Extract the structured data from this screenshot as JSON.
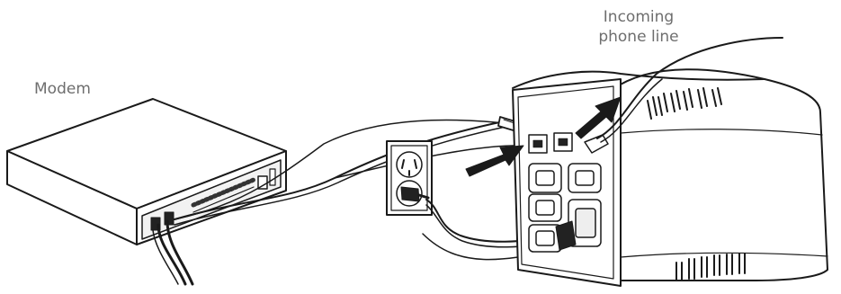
{
  "labels": {
    "modem": "Modem",
    "incoming_line_1": "Incoming",
    "incoming_line_2": "phone line"
  },
  "colors": {
    "stroke": "#1a1a1a",
    "fill": "#ffffff",
    "shade": "#e9e9e9",
    "dark": "#222222",
    "label": "#6e6e6e"
  },
  "icons": [
    "modem-device",
    "ups-device",
    "wall-outlet",
    "phone-plug",
    "power-plug",
    "pointer-arrow"
  ]
}
